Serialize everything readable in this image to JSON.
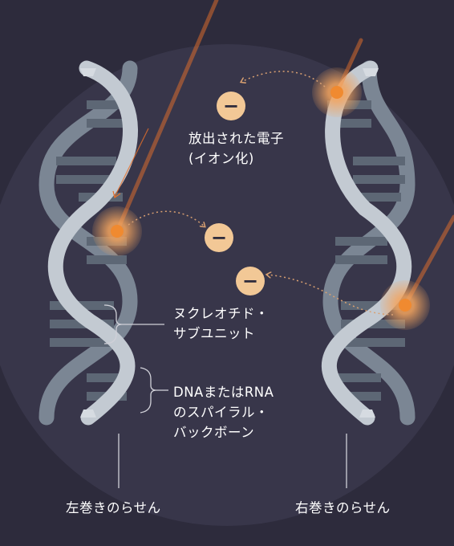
{
  "labels": {
    "electron": [
      "放出された電子",
      "(イオン化)"
    ],
    "nucleotide": [
      "ヌクレオチド・",
      "サブユニット"
    ],
    "backbone": [
      "DNAまたはRNA",
      "のスパイラル・",
      "バックボーン"
    ],
    "left_helix": "左巻きのらせん",
    "right_helix": "右巻きのらせん"
  },
  "electron_symbol": "−",
  "colors": {
    "background": "#2d2b3c",
    "circle": "#38364a",
    "strand_light": "#c3cad2",
    "strand_dark": "#7b8694",
    "rung": "#5d6775",
    "ray": "#e8702a",
    "impact": "#f08a30",
    "electron_fill": "#f2c896",
    "arrow": "#d9a071",
    "leader": "#d0d0d8"
  }
}
